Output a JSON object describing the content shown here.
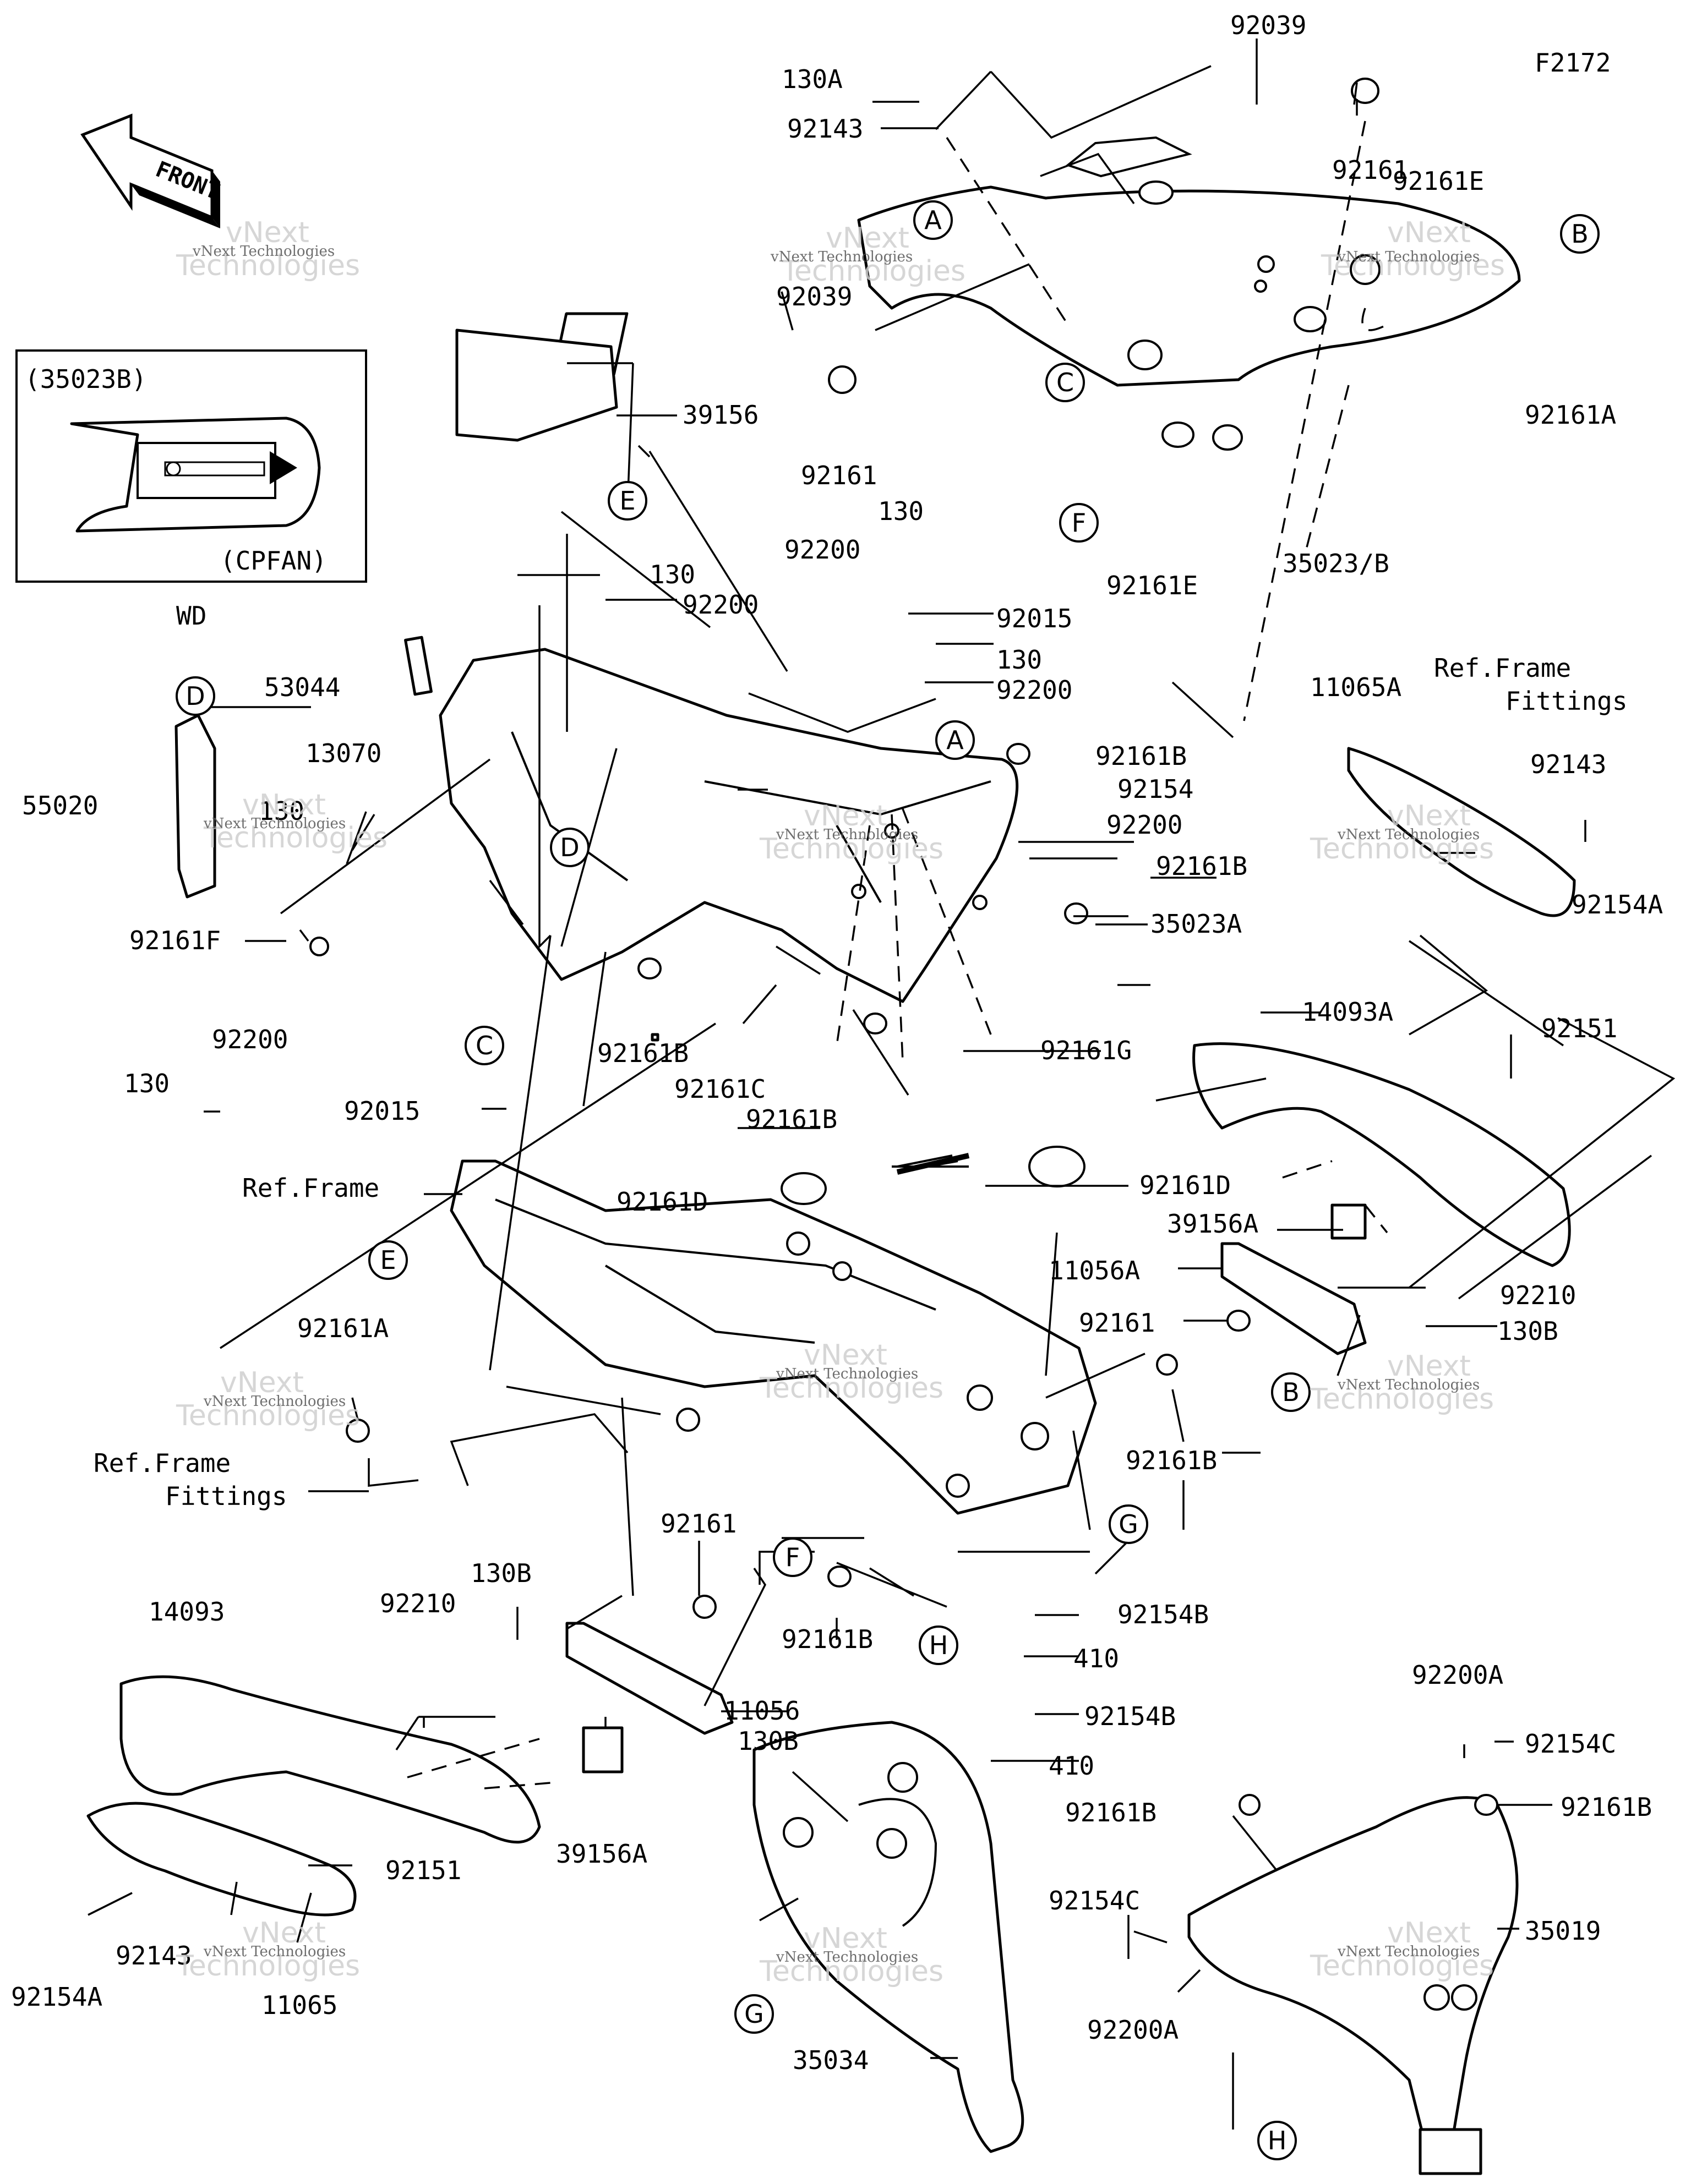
{
  "diagram_code": "F2172",
  "front_arrow": {
    "text": "FRONT",
    "icon": "front-direction-arrow-icon"
  },
  "inset": {
    "variant": "(35023B)",
    "market": "(CPFAN)",
    "caption": "WD"
  },
  "watermark": {
    "line1": "vNext",
    "line2": "Technologies",
    "small": "vNext Technologies"
  },
  "callouts": [
    "A",
    "B",
    "C",
    "D",
    "E",
    "F",
    "G",
    "H"
  ],
  "parts": {
    "p130A": "130A",
    "p92143_top": "92143",
    "p92039_top": "92039",
    "p92161_top": "92161",
    "p92161E_top": "92161E",
    "p92039_left": "92039",
    "p92161_mid": "92161",
    "p92161A_right": "92161A",
    "p92161E_low": "92161E",
    "p35023B": "35023/B",
    "p39156": "39156",
    "p130_a": "130",
    "p92200_a": "92200",
    "p92200_b": "92200",
    "p130_b": "130",
    "p92015_top": "92015",
    "p130_c": "130",
    "p92200_c": "92200",
    "p53044": "53044",
    "p13070": "13070",
    "p55020": "55020",
    "p130_d": "130",
    "p92161F": "92161F",
    "p92161B_a": "92161B",
    "p92154": "92154",
    "p92200_d": "92200",
    "p92161B_b": "92161B",
    "p35023A": "35023A",
    "p92200_e": "92200",
    "p130_e": "130",
    "p92015_low": "92015",
    "p92161B_c": "92161B",
    "p92161C": "92161C",
    "p92161B_d": "92161B",
    "p92161G": "92161G",
    "p92161D_a": "92161D",
    "p92161D_b": "92161D",
    "p11065A": "11065A",
    "p92143_r": "92143",
    "p92154A_r": "92154A",
    "p14093A": "14093A",
    "p92151_r": "92151",
    "p39156A_r": "39156A",
    "p11056A": "11056A",
    "p92210_r": "92210",
    "p92161_r": "92161",
    "p130B_r": "130B",
    "p92161B_e": "92161B",
    "p92161A_l": "92161A",
    "p92161_low": "92161",
    "p130B_l": "130B",
    "p14093": "14093",
    "p92210_l": "92210",
    "p92161B_f": "92161B",
    "p11056": "11056",
    "p130B_l2": "130B",
    "p39156A_l": "39156A",
    "p92151_l": "92151",
    "p92143_l": "92143",
    "p92154A_l": "92154A",
    "p11065": "11065",
    "p92154B_a": "92154B",
    "p410_a": "410",
    "p92154B_b": "92154B",
    "p410_b": "410",
    "p92200A_a": "92200A",
    "p92154C_a": "92154C",
    "p92161B_g": "92161B",
    "p92161B_h": "92161B",
    "p35019": "35019",
    "p92154C_b": "92154C",
    "p92200A_b": "92200A",
    "p35034": "35034"
  },
  "refs": {
    "fitting_top_1": "Ref.Frame",
    "fitting_top_2": "Fittings",
    "frame": "Ref.Frame",
    "fitting_left_1": "Ref.Frame",
    "fitting_left_2": "Fittings"
  }
}
